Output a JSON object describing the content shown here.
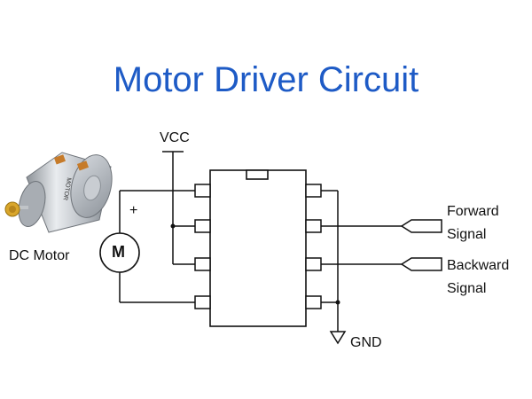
{
  "title": "Motor Driver Circuit",
  "labels": {
    "vcc": "VCC",
    "gnd": "GND",
    "motor_symbol": "M",
    "motor_name": "DC Motor",
    "plus": "+",
    "forward_line1": "Forward",
    "forward_line2": "Signal",
    "backward_line1": "Backward",
    "backward_line2": "Signal",
    "motor_print": "MOTOR"
  },
  "colors": {
    "title": "#1e5bc6",
    "wire": "#111111"
  }
}
